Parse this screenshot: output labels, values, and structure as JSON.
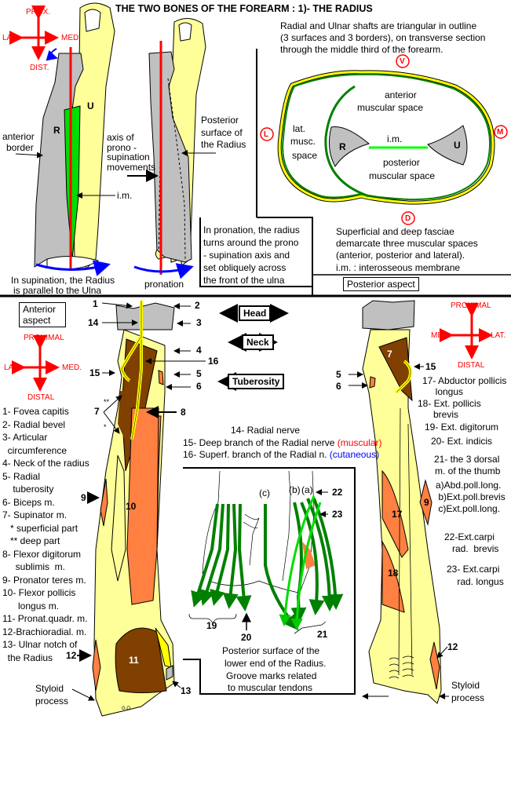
{
  "title": "THE TWO BONES OF THE FOREARM :   1)- THE RADIUS",
  "top_left": {
    "compass": {
      "prox": "PROX.",
      "lat": "LAT.",
      "med": "MED",
      "dist": "DIST."
    },
    "bone_labels": {
      "radius": "R",
      "ulna": "U"
    },
    "anterior_border": [
      "anterior",
      "border"
    ],
    "axis_label": [
      "axis of",
      "prono -",
      "supination",
      "movements"
    ],
    "im_label": "i.m.",
    "posterior_surface": [
      "Posterior",
      "surface of",
      "the Radius"
    ],
    "supination_caption": [
      "In supination, the Radius",
      "is parallel to the Ulna"
    ],
    "pronation_caption": "pronation",
    "pronation_note": [
      "In pronation, the radius",
      "turns around the prono",
      "- supination axis and",
      "set obliquely across",
      "the front of the ulna"
    ]
  },
  "cross_section": {
    "intro": [
      "Radial and Ulnar shafts are triangular in outline",
      "(3 surfaces and 3 borders), on transverse section",
      "through the middle third of the forearm."
    ],
    "markers": {
      "ventral": "V",
      "lateral": "L",
      "medial": "M",
      "dorsal": "D"
    },
    "anterior_space": [
      "anterior",
      "muscular  space"
    ],
    "lateral_space": [
      "lat.",
      "musc.",
      "space"
    ],
    "posterior_space": [
      "posterior",
      "muscular space"
    ],
    "im": "i.m.",
    "radius": "R",
    "ulna": "U",
    "note": [
      "Superficial and deep fasciae",
      "demarcate three muscular spaces",
      "(anterior, posterior and lateral).",
      "i.m.   : interosseous membrane"
    ]
  },
  "anterior": {
    "aspect_label": [
      "Anterior",
      "aspect"
    ],
    "compass": {
      "prox": "PROXIMAL",
      "lat": "LAT.",
      "med": "MED.",
      "dist": "DISTAL"
    },
    "regions": {
      "head": "Head",
      "neck": "Neck",
      "tuberosity": "Tuberosity"
    },
    "callouts": [
      "1",
      "2",
      "3",
      "4",
      "5",
      "6",
      "7",
      "8",
      "9",
      "10",
      "11",
      "12",
      "13",
      "14",
      "15",
      "16"
    ],
    "star1": "**",
    "star2": "*",
    "legend": [
      "1- Fovea capitis",
      "2- Radial bevel",
      "3- Articular",
      "  circumference",
      "4- Neck of the radius",
      "5-  Radial",
      "    tuberosity",
      "6- Biceps m.",
      "7- Supinator  m.",
      "   * superficial part",
      "   ** deep part",
      "8- Flexor digitorum",
      "     sublimis  m.",
      "9- Pronator teres m.",
      "10- Flexor pollicis",
      "      longus m.",
      "11- Pronat.quadr. m.",
      "12-Brachioradial. m.",
      "13- Ulnar notch of",
      "  the Radius"
    ],
    "styloid": [
      "Styloid",
      "process"
    ],
    "signature": "G.O"
  },
  "nerves": {
    "n14": "14- Radial nerve",
    "n15_prefix": "15- Deep branch of the Radial nerve ",
    "n15_suffix": "(muscular)",
    "n16_prefix": "16- Superf. branch of the Radial n. ",
    "n16_suffix": "(cutaneous)"
  },
  "inset": {
    "letters": {
      "c": "(c)",
      "b": "(b)",
      "a": "(a)"
    },
    "callouts": {
      "n19": "19",
      "n20": "20",
      "n21": "21",
      "n22": "22",
      "n23": "23"
    },
    "caption": [
      "Posterior surface of the",
      "lower end of the Radius.",
      "Groove marks related",
      "to  muscular tendons"
    ]
  },
  "posterior": {
    "aspect_label": "Posterior aspect",
    "compass": {
      "prox": "PROXIMAL",
      "med": "MED.",
      "lat": "LAT.",
      "dist": "DISTAL"
    },
    "callouts": {
      "n5": "5",
      "n6": "6",
      "n7": "7",
      "n9": "9",
      "n12": "12",
      "n15": "15",
      "n17": "17",
      "n18": "18"
    },
    "legend": [
      "17- Abductor pollicis",
      "     longus",
      "18- Ext. pollicis",
      "      brevis",
      "19- Ext. digitorum",
      "20- Ext. indicis",
      "21- the 3 dorsal",
      "m. of the thumb",
      "a)Abd.poll.long.",
      " b)Ext.poll.brevis",
      " c)Ext.poll.long.",
      "22-Ext.carpi",
      "   rad.  brevis",
      "23- Ext.carpi",
      "    rad. longus"
    ],
    "styloid": [
      "Styloid",
      "process"
    ]
  },
  "colors": {
    "bone": "#ffff99",
    "bone_gray": "#c0c0c0",
    "muscle_orange": "#ff8040",
    "muscle_brown": "#804000",
    "nerve_yellow": "#ffff00",
    "tendon_green": "#008000",
    "tendon_light": "#00ff00",
    "axis_red": "#ff0000",
    "rotation_blue": "#0000ff"
  }
}
